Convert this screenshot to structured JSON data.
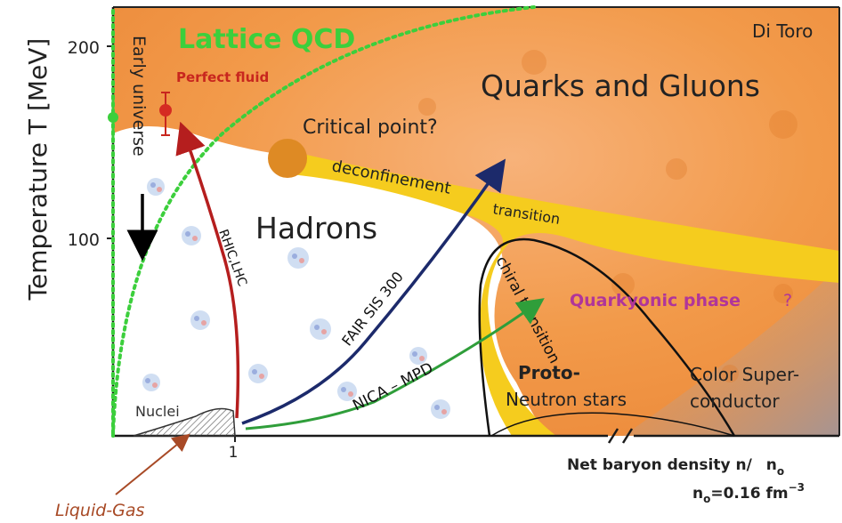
{
  "axes": {
    "y_label": "Temperature T [MeV]",
    "y_ticks": [
      "200",
      "100"
    ],
    "x_tick": "1",
    "x_label_main": "Net baryon density n/",
    "x_label_unit": "n",
    "x_label_unit_sub": "o",
    "x_note_n": "n",
    "x_note_sub": "o",
    "x_note_value": "=0.16 fm",
    "x_note_exp": "−3"
  },
  "labels": {
    "lattice_qcd": "Lattice  QCD",
    "di_toro": "Di Toro",
    "early_universe": "Early universe",
    "perfect_fluid": "Perfect fluid",
    "quarks_gluons": "Quarks and Gluons",
    "critical_point": "Critical point?",
    "deconfinement": "deconfinement",
    "transition": "transition",
    "hadrons": "Hadrons",
    "rhic_lhc": "RHIC,LHC",
    "fair_sis": "FAIR SIS 300",
    "chiral_transition": "chiral transition",
    "quarkyonic": "Quarkyonic phase",
    "quarkyonic_q": "?",
    "nica_mpd": "NICA – MPD",
    "proto": "Proto-",
    "neutron_stars": "Neutron stars",
    "color_super": "Color Super-",
    "conductor": "conductor",
    "nuclei": "Nuclei",
    "liquid_gas": "Liquid-Gas"
  },
  "colors": {
    "qgp_orange": "#f29a4a",
    "transition_yellow": "#f5cc1e",
    "critical_point": "#de8a24",
    "lattice_green": "#3ccf3c",
    "rhic_red": "#b51e1e",
    "fair_navy": "#1c2a6b",
    "nica_green": "#2f9e3a",
    "quarkyonic_magenta": "#b0359a",
    "liquid_gas_brown": "#a84a26",
    "color_super_blue": "#8f97b0"
  }
}
